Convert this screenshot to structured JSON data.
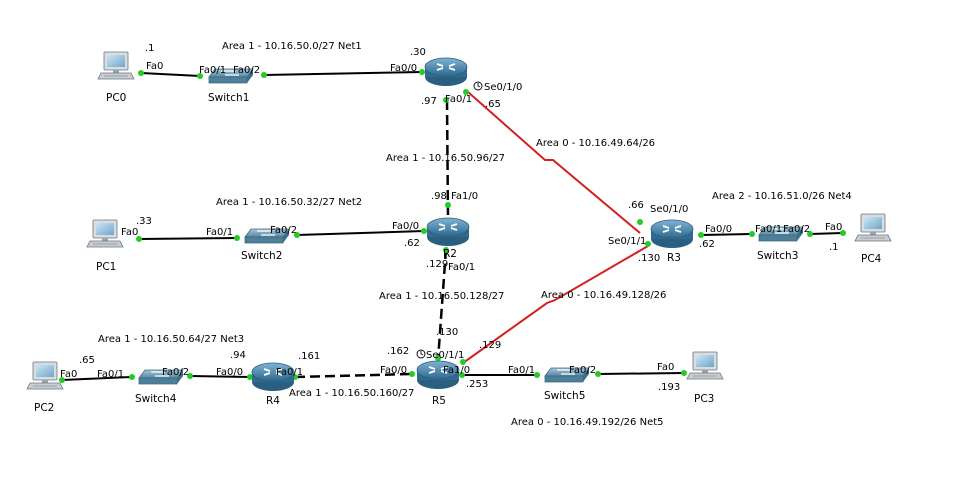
{
  "colors": {
    "link": "#000000",
    "serial": "#d42020",
    "port_up": "#22cc22",
    "router": "#3e7ea4",
    "switch": "#5a8fae"
  },
  "devices": {
    "pc0": "PC0",
    "pc1": "PC1",
    "pc2": "PC2",
    "pc3": "PC3",
    "pc4": "PC4",
    "sw1": "Switch1",
    "sw2": "Switch2",
    "sw3": "Switch3",
    "sw4": "Switch4",
    "sw5": "Switch5",
    "r2": "R2",
    "r3": "R3",
    "r4": "R4",
    "r5": "R5"
  },
  "areas": {
    "net1": "Area 1 - 10.16.50.0/27 Net1",
    "net2": "Area 1 - 10.16.50.32/27 Net2",
    "net3": "Area 1 - 10.16.50.64/27 Net3",
    "net4": "Area 2 - 10.16.51.0/26 Net4",
    "net5": "Area 0 - 10.16.49.192/26 Net5",
    "r1r2": "Area 1 - 10.16.50.96/27",
    "r2r5": "Area 1 - 10.16.50.128/27",
    "r4r5": "Area 1 - 10.16.50.160/27",
    "r1r3": "Area 0 - 10.16.49.64/26",
    "r3r5": "Area 0 - 10.16.49.128/26"
  },
  "ports": {
    "pc0_fa0": "Fa0",
    "pc0_ip": ".1",
    "sw1_fa01": "Fa0/1",
    "sw1_fa02": "Fa0/2",
    "r1_fa00": "Fa0/0",
    "r1_ip30": ".30",
    "r1_se010": "Se0/1/0",
    "r1_ip65": ".65",
    "r1_ip97": ".97",
    "r1_fa01": "Fa0/1",
    "r2_ip98": ".98",
    "r2_fa10": "Fa1/0",
    "r2_fa00": "Fa0/0",
    "r2_ip62": ".62",
    "r2_ip129": ".129",
    "r2_fa01": "Fa0/1",
    "pc1_ip": ".33",
    "pc1_fa0": "Fa0",
    "sw2_fa01": "Fa0/1",
    "sw2_fa02": "Fa0/2",
    "r3_ip66": ".66",
    "r3_se010": "Se0/1/0",
    "r3_se011": "Se0/1/1",
    "r3_ip130": ".130",
    "r3_fa00": "Fa0/0",
    "r3_ip62": ".62",
    "sw3_fa01": "Fa0/1",
    "sw3_fa02": "Fa0/2",
    "pc4_fa0": "Fa0",
    "pc4_ip": ".1",
    "pc2_ip": ".65",
    "pc2_fa0": "Fa0",
    "sw4_fa01": "Fa0/1",
    "sw4_fa02": "Fa0/2",
    "r4_ip94": ".94",
    "r4_fa00": "Fa0/0",
    "r4_ip161": ".161",
    "r4_fa01": "Fa0/1",
    "r5_ip130": ".130",
    "r5_ip162": ".162",
    "r5_fa00": "Fa0/0",
    "r5_se011": "Se0/1/1",
    "r5_ip129": ".129",
    "r5_fa10": "Fa1/0",
    "r5_ip253": ".253",
    "sw5_fa01": "Fa0/1",
    "sw5_fa02": "Fa0/2",
    "pc3_fa0": "Fa0",
    "pc3_ip": ".193"
  }
}
